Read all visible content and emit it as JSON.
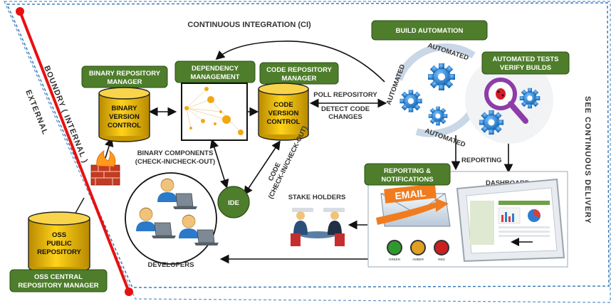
{
  "title": "CONTINUOUS INTEGRATION (CI)",
  "boundary": {
    "internal": "BOUNDRY ( INTERNAL )",
    "external": "EXTERNAL"
  },
  "side_note": "SEE CONTINUOUS DELIVERY",
  "boxes": {
    "binary_repo_manager": [
      "BINARY REPOSITORY",
      "MANAGER"
    ],
    "dependency_management": [
      "DEPENDENCY",
      "MANAGEMENT"
    ],
    "code_repo_manager": [
      "CODE REPOSITORY",
      "MANAGER"
    ],
    "build_automation": "BUILD AUTOMATION",
    "automated_tests": [
      "AUTOMATED TESTS",
      "VERIFY BUILDS"
    ],
    "reporting_notifications": [
      "REPORTING &",
      "NOTIFICATIONS"
    ],
    "oss_central": [
      "OSS CENTRAL",
      "REPOSITORY MANAGER"
    ]
  },
  "cylinders": {
    "binary": [
      "BINARY",
      "VERSION",
      "CONTROL"
    ],
    "code": [
      "CODE",
      "VERSION",
      "CONTROL"
    ],
    "oss": [
      "OSS",
      "PUBLIC",
      "REPOSITORY"
    ]
  },
  "labels": {
    "poll_repository": "POLL REPOSITORY",
    "detect_code_changes": [
      "DETECT CODE",
      "CHANGES"
    ],
    "binary_components": [
      "BINARY COMPONENTS",
      "(CHECK-IN/CHECK-OUT)"
    ],
    "code_checkin": [
      "CODE",
      "(CHECK-IN/CHECK-OUT)"
    ],
    "reporting": "REPORTING",
    "dashboard": "DASHBOARD",
    "stake_holders": "STAKE HOLDERS",
    "developers": "DEVELOPERS",
    "ide": "IDE",
    "email": "EMAIL",
    "automated_top": "AUTOMATED",
    "automated_left": "AUTOMATED",
    "automated_bottom": "AUTOMATED"
  },
  "lights": [
    "GREEN",
    "AMBER",
    "RED"
  ],
  "colors": {
    "box_green": "#4e7d2b",
    "cylinder_gold": "#e8b800",
    "boundary_red": "#e81010",
    "gear_blue": "#1e7fd8"
  }
}
